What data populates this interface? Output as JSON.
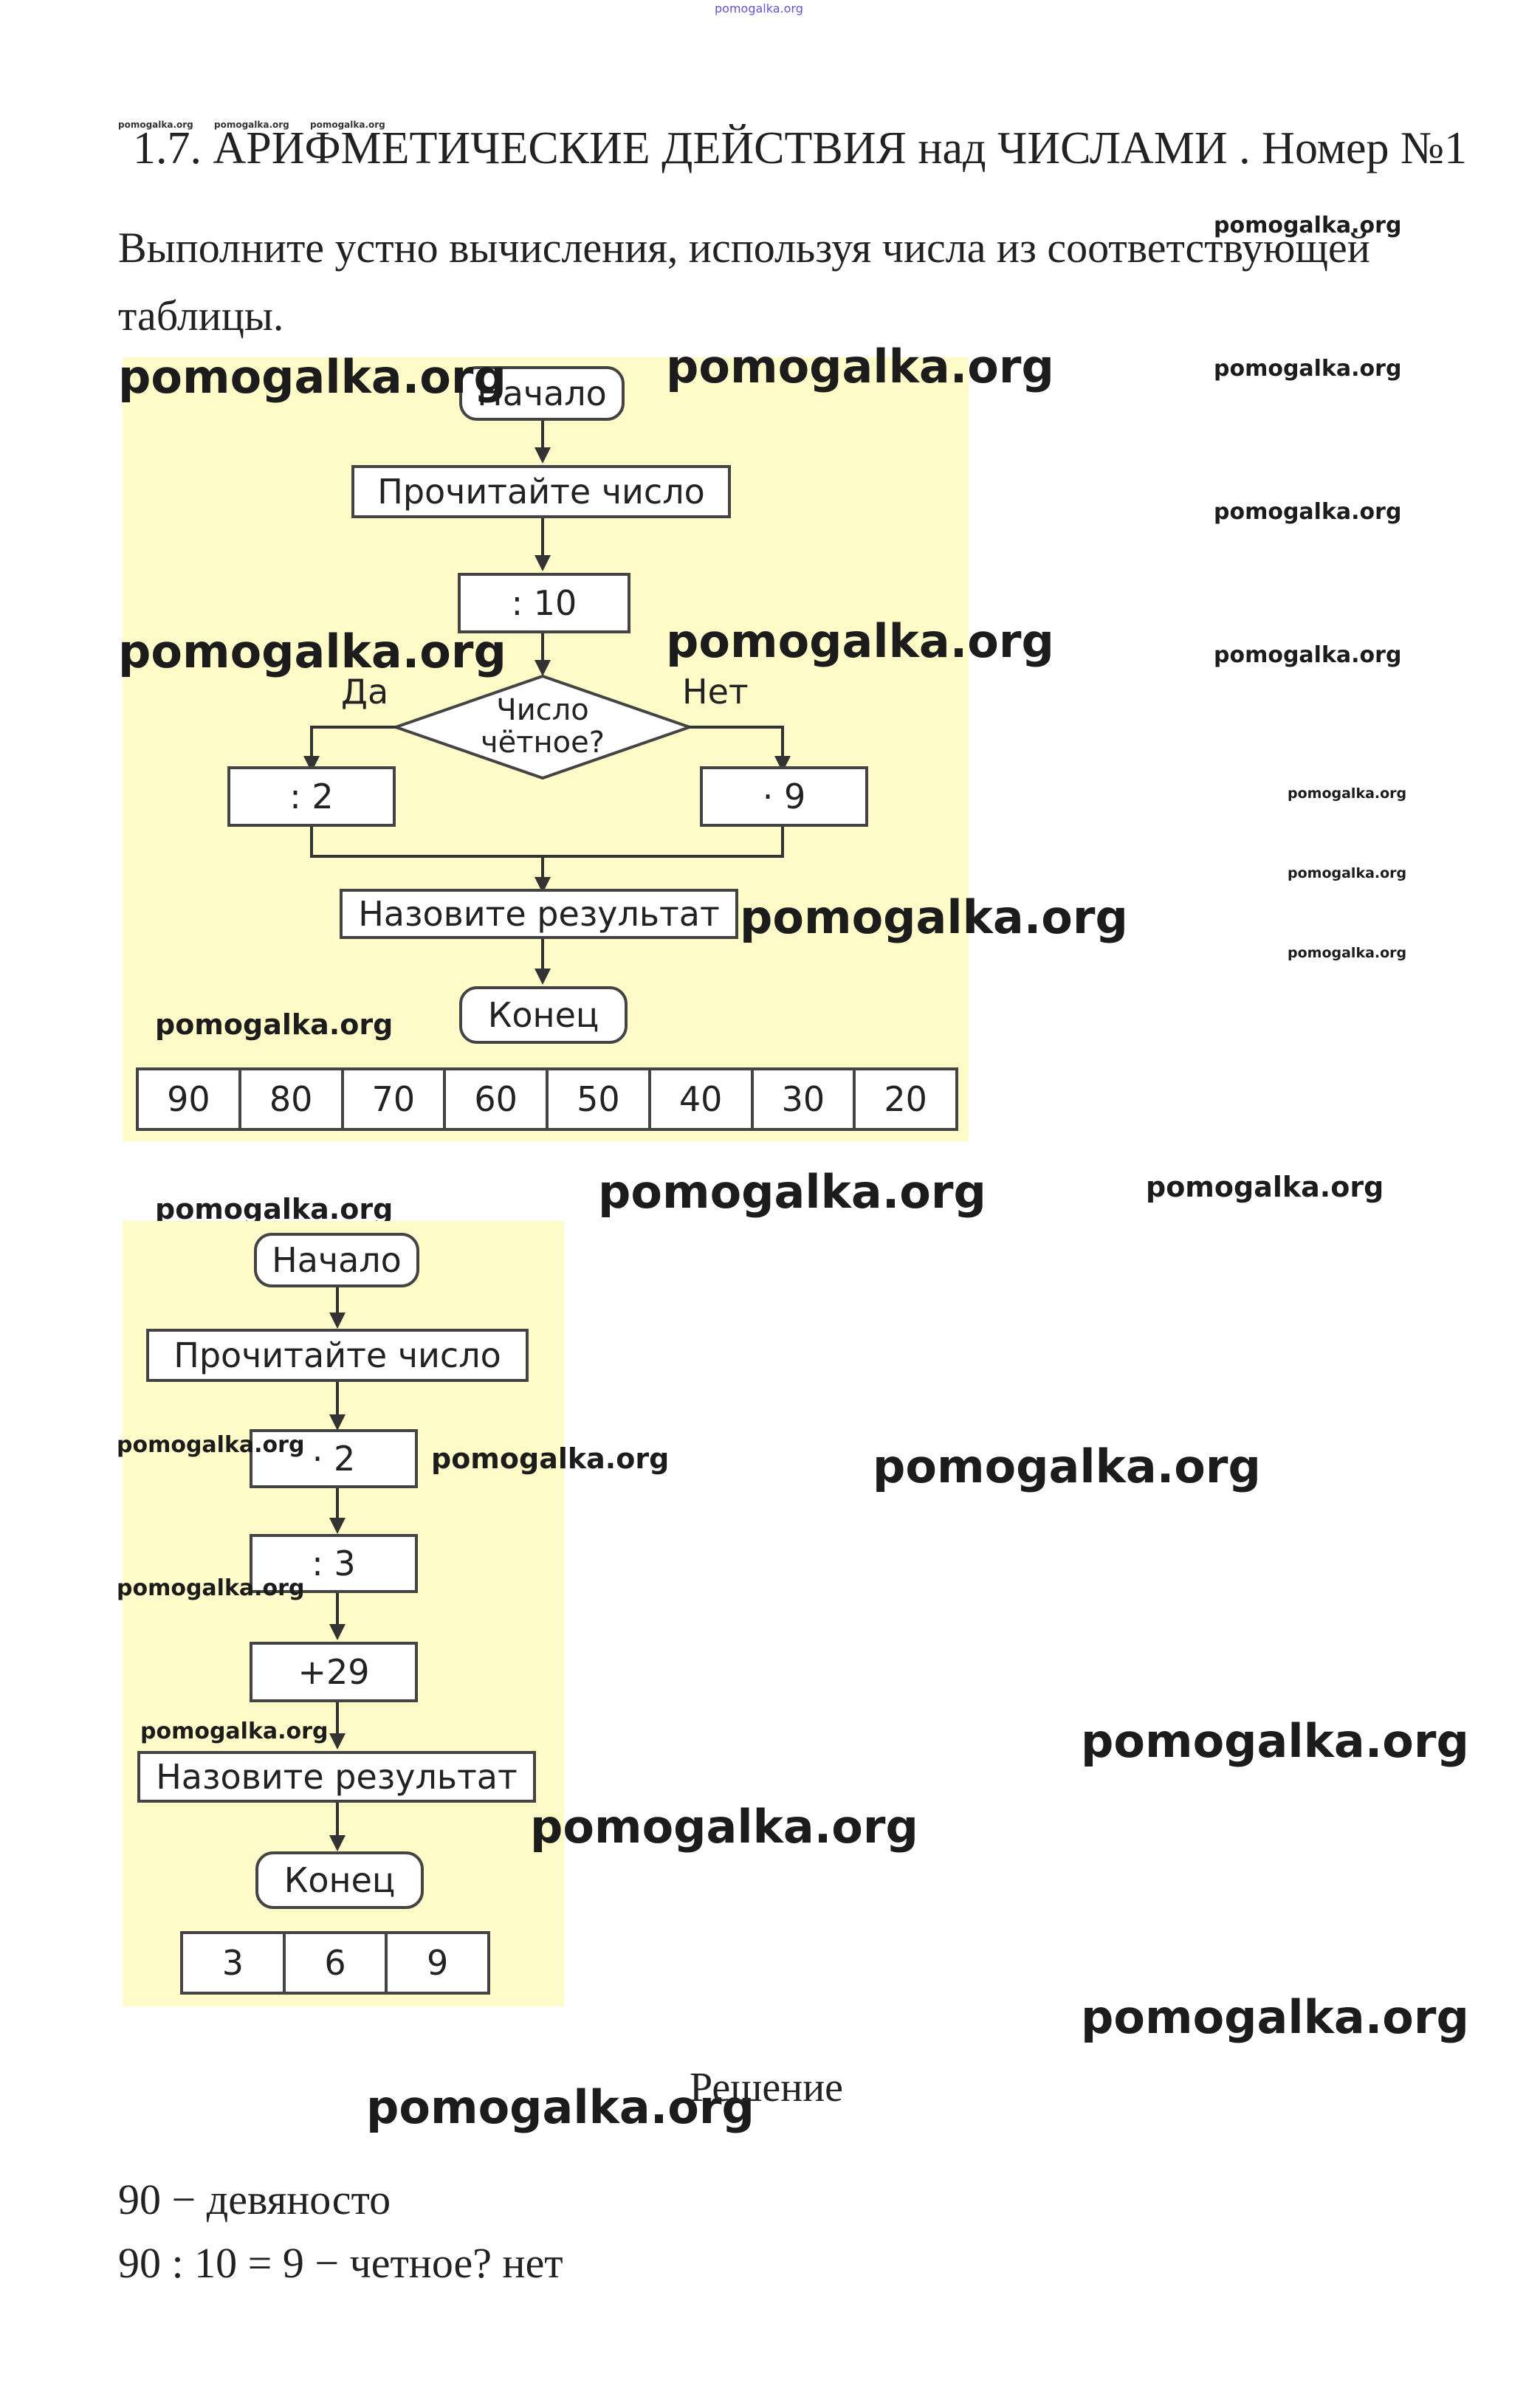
{
  "header": {
    "site_top": "pomogalka.org",
    "small_marks": [
      "pomogalka.org",
      "pomogalka.org",
      "pomogalka.org"
    ],
    "title": "1.7. АРИФМЕТИЧЕСКИЕ ДЕЙСТВИЯ над ЧИСЛАМИ . Номер №1"
  },
  "task": {
    "line1": "Выполните устно вычисления, используя числа из соответствующей",
    "line2": "таблицы."
  },
  "flowchart1": {
    "start": "Начало",
    "read": "Прочитайте  число",
    "div10": ": 10",
    "decision_line1": "Число",
    "decision_line2": "чётное?",
    "yes": "Да",
    "no": "Нет",
    "div2": ": 2",
    "mul9": "· 9",
    "result": "Назовите  результат",
    "end": "Конец",
    "numbers": [
      "90",
      "80",
      "70",
      "60",
      "50",
      "40",
      "30",
      "20"
    ]
  },
  "flowchart2": {
    "start": "Начало",
    "read": "Прочитайте  число",
    "mul2": "· 2",
    "div3": ": 3",
    "add29": "+29",
    "result": "Назовите  результат",
    "end": "Конец",
    "numbers": [
      "3",
      "6",
      "9"
    ]
  },
  "solution": {
    "heading": "Решение",
    "line1": "90 − девяносто",
    "line2": "90 : 10 = 9 − четное? нет"
  },
  "watermark": "pomogalka.org"
}
